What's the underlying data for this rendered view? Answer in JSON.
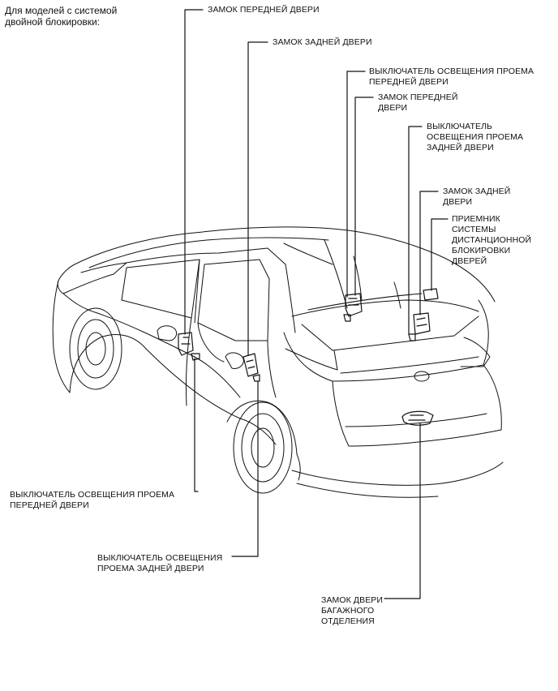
{
  "header": {
    "line1": "Для моделей с системой",
    "line2": "двойной блокировки:"
  },
  "labels": {
    "front_door_lock_left": "ЗАМОК ПЕРЕДНЕЙ ДВЕРИ",
    "rear_door_lock_left": "ЗАМОК ЗАДНЕЙ ДВЕРИ",
    "front_courtesy_right_1": "ВЫКЛЮЧАТЕЛЬ ОСВЕЩЕНИЯ ПРОЕМА",
    "front_courtesy_right_2": "ПЕРЕДНЕЙ ДВЕРИ",
    "front_door_lock_right_1": "ЗАМОК ПЕРЕДНЕЙ",
    "front_door_lock_right_2": "ДВЕРИ",
    "rear_courtesy_right_1": "ВЫКЛЮЧАТЕЛЬ",
    "rear_courtesy_right_2": "ОСВЕЩЕНИЯ ПРОЕМА",
    "rear_courtesy_right_3": "ЗАДНЕЙ ДВЕРИ",
    "rear_door_lock_right_1": "ЗАМОК ЗАДНЕЙ",
    "rear_door_lock_right_2": "ДВЕРИ",
    "receiver_1": "ПРИЕМНИК",
    "receiver_2": "СИСТЕМЫ",
    "receiver_3": "ДИСТАНЦИОННОЙ",
    "receiver_4": "БЛОКИРОВКИ",
    "receiver_5": "ДВЕРЕЙ",
    "front_courtesy_left_1": "ВЫКЛЮЧАТЕЛЬ ОСВЕЩЕНИЯ ПРОЕМА",
    "front_courtesy_left_2": "ПЕРЕДНЕЙ ДВЕРИ",
    "rear_courtesy_left_1": "ВЫКЛЮЧАТЕЛЬ ОСВЕЩЕНИЯ",
    "rear_courtesy_left_2": "ПРОЕМА ЗАДНЕЙ ДВЕРИ",
    "trunk_lock_1": "ЗАМОК ДВЕРИ",
    "trunk_lock_2": "БАГАЖНОГО",
    "trunk_lock_3": "ОТДЕЛЕНИЯ"
  }
}
